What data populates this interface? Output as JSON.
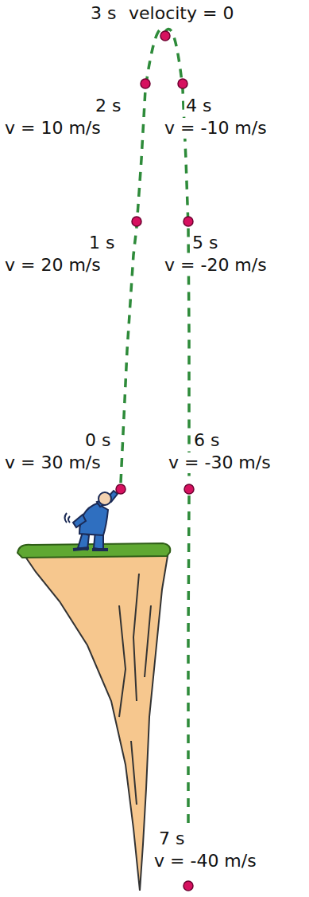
{
  "diagram": {
    "labels": [
      "3 s",
      "velocity = 0",
      "2 s",
      "v = 10 m/s",
      "4 s",
      "v = -10 m/s",
      "1 s",
      "v = 20 m/s",
      "5 s",
      "v = -20 m/s",
      "0 s",
      "v = 30 m/s",
      "6 s",
      "v = -30 m/s",
      "7 s",
      "v = -40 m/s"
    ]
  }
}
